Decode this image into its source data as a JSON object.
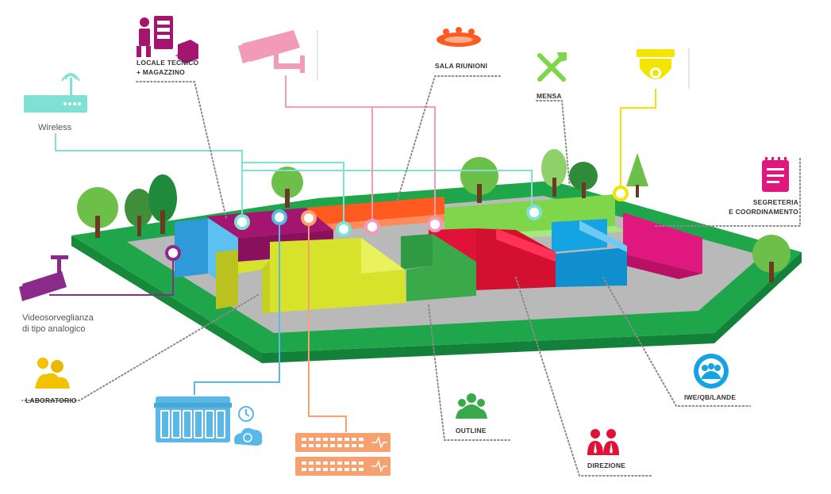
{
  "labels": {
    "locale_tecnico_1": "LOCALE TECNICO",
    "locale_tecnico_2": "+ MAGAZZINO",
    "sala_riunioni": "SALA RIUNIONI",
    "mensa": "MENSA",
    "wireless": "Wireless",
    "segreteria_1": "SEGRETERIA",
    "segreteria_2": "E COORDINAMENTO",
    "video_1": "Videosorveglianza",
    "video_2": "di tipo analogico",
    "laboratorio": "LABORATORIO",
    "outline": "OUTLINE",
    "iwe": "IWE/QB/LANDE",
    "direzione": "DIREZIONE"
  },
  "icons": [
    "technician-server-icon",
    "security-camera-icon",
    "meeting-table-icon",
    "fork-knife-icon",
    "dome-camera-icon",
    "wireless-router-icon",
    "notepad-icon",
    "analog-camera-icon",
    "lab-team-icon",
    "nas-storage-icon",
    "backup-clock-icon",
    "cloud-sync-icon",
    "network-switch-icon",
    "outline-team-icon",
    "iwe-team-icon",
    "director-team-icon",
    "tree-icon"
  ],
  "colors": {
    "grass": "#1fa64a",
    "grass_side": "#168a3a",
    "floor": "#b9b9b9",
    "magenta": "#a3156f",
    "orange": "#ff5a1f",
    "lime": "#7fd64a",
    "blue": "#4fb6ea",
    "yellow": "#d6e32a",
    "green_room": "#39a94a",
    "red": "#e01237",
    "cyan": "#15a4e3",
    "pink": "#e0177e",
    "teal_line": "#7fe0d4",
    "pink_line": "#f29ab6",
    "orange_line": "#f7a070",
    "yellow_line": "#f2e600",
    "purple_line": "#8a2a8a",
    "blue_line": "#5ab8e6"
  }
}
